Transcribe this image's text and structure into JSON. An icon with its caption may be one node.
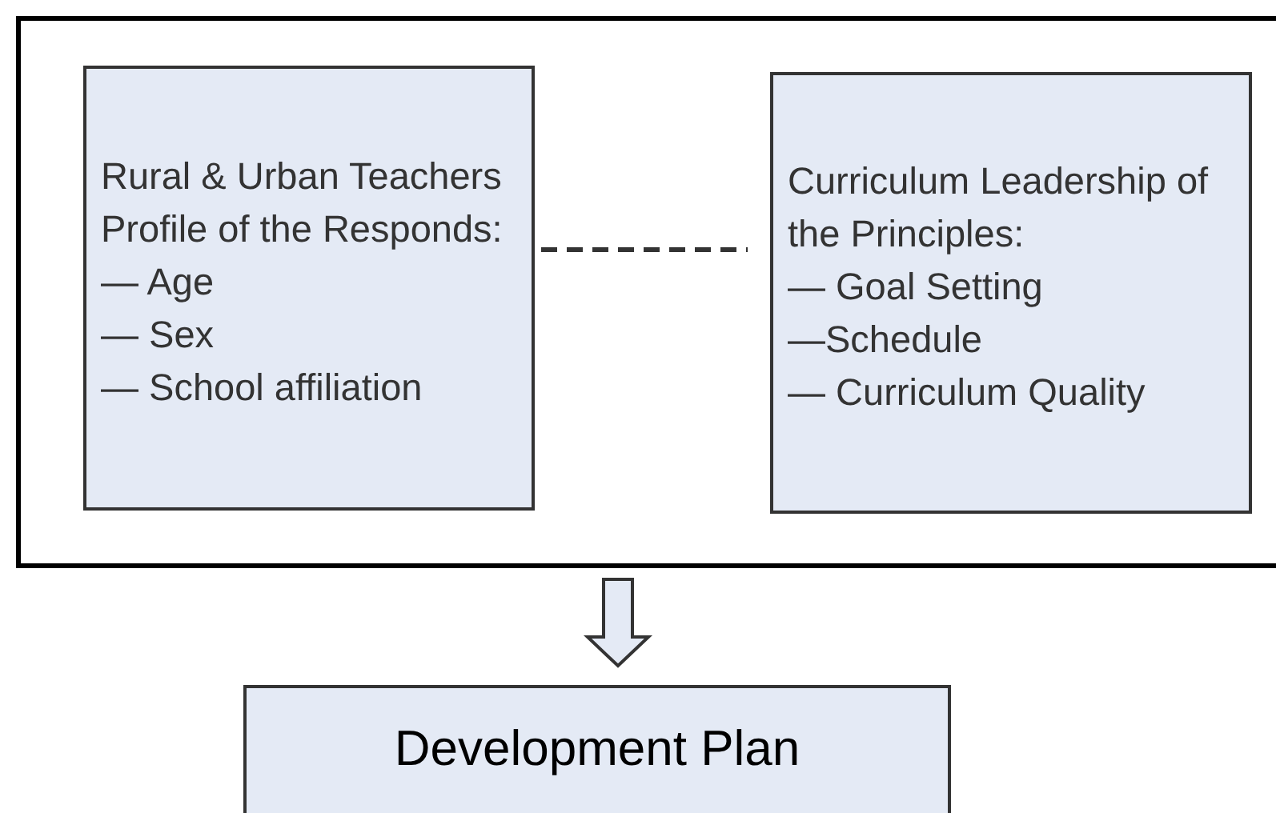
{
  "diagram": {
    "nodes": [
      {
        "text": [],
        "shape": "box"
      },
      {
        "text": [
          "Rural & Urban Teachers Profile of the Responds:",
          "— Age",
          "— Sex",
          "— School affiliation"
        ],
        "in": 0
      },
      {
        "text": [
          "Curriculum Leadership of the Principles:",
          "— Goal Setting",
          "—Schedule",
          "— Curriculum Quality"
        ],
        "in": 0
      },
      {
        "text": [
          "Development Plan"
        ]
      }
    ],
    "edges": [
      {
        "from": 1,
        "to": 2,
        "arrow": "none",
        "style": "dashed"
      },
      {
        "from": 0,
        "to": 3,
        "arrow": "to",
        "style": "thick"
      }
    ]
  }
}
